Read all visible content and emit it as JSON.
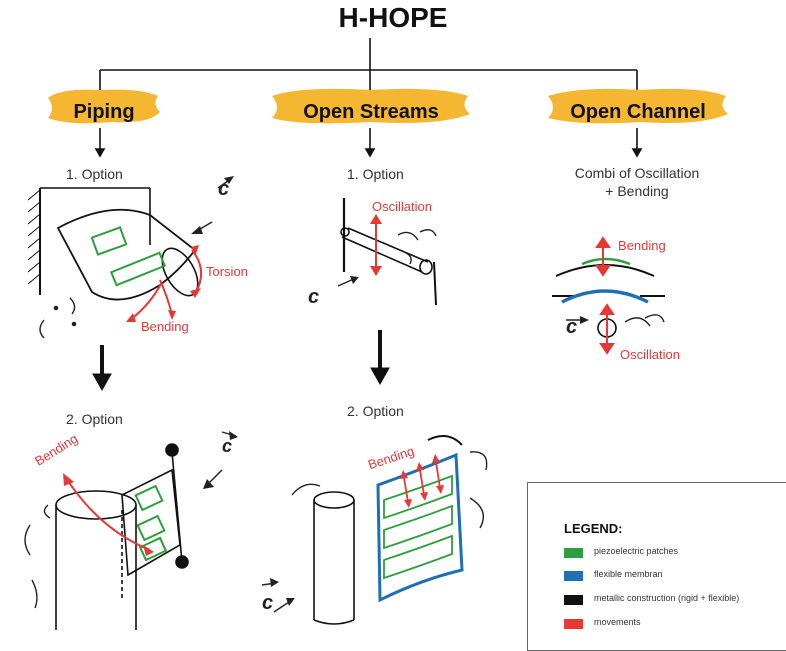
{
  "title": "H-HOPE",
  "categories": {
    "piping": {
      "label": "Piping",
      "option1_label": "1. Option",
      "option2_label": "2. Option",
      "torsion_label": "Torsion",
      "bending_label": "Bending",
      "bending2_label": "Bending",
      "flow_c": "c"
    },
    "open_streams": {
      "label": "Open Streams",
      "option1_label": "1. Option",
      "option2_label": "2. Option",
      "oscillation_label": "Oscillation",
      "bending_label": "Bending",
      "flow_c": "c"
    },
    "open_channel": {
      "label": "Open Channel",
      "combi_label": "Combi of Oscillation + Bending",
      "bending_label": "Bending",
      "oscillation_label": "Oscillation",
      "flow_c": "c"
    }
  },
  "legend": {
    "title": "LEGEND:",
    "items": [
      {
        "label": "piezoelectric patches",
        "color": "#2e9e3e"
      },
      {
        "label": "flexible membran",
        "color": "#1f6fb5"
      },
      {
        "label": "metallic construction (rigid + flexible)",
        "color": "#111111"
      },
      {
        "label": "movements",
        "color": "#e53935"
      }
    ]
  },
  "colors": {
    "highlight": "#f5b731",
    "movement": "#e53935",
    "patch": "#2e9e3e",
    "membrane": "#1f6fb5"
  }
}
